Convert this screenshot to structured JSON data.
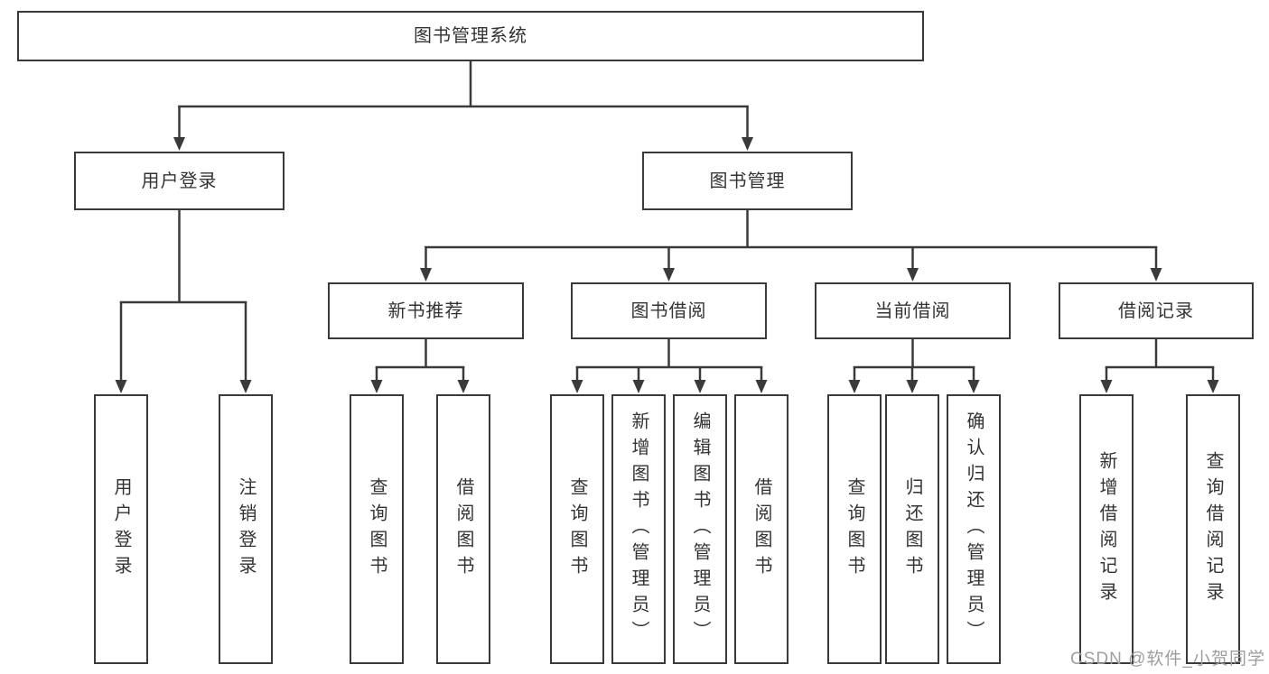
{
  "diagram": {
    "root": "图书管理系统",
    "branches": [
      {
        "label": "用户登录",
        "children": [
          "用户登录",
          "注销登录"
        ]
      },
      {
        "label": "图书管理",
        "children": [
          {
            "label": "新书推荐",
            "children": [
              "查询图书",
              "借阅图书"
            ]
          },
          {
            "label": "图书借阅",
            "children": [
              "查询图书",
              "新增图书（管理员）",
              "编辑图书（管理员）",
              "借阅图书"
            ]
          },
          {
            "label": "当前借阅",
            "children": [
              "查询图书",
              "归还图书",
              "确认归还（管理员）"
            ]
          },
          {
            "label": "借阅记录",
            "children": [
              "新增借阅记录",
              "查询借阅记录"
            ]
          }
        ]
      }
    ]
  },
  "watermark": {
    "text": "CSDN @软件_小贺同学"
  },
  "colors": {
    "line": "#3a3a3a",
    "text": "#333333",
    "box_bg": "#ffffff",
    "background": "#ffffff",
    "watermark": "#9e9e9e"
  }
}
